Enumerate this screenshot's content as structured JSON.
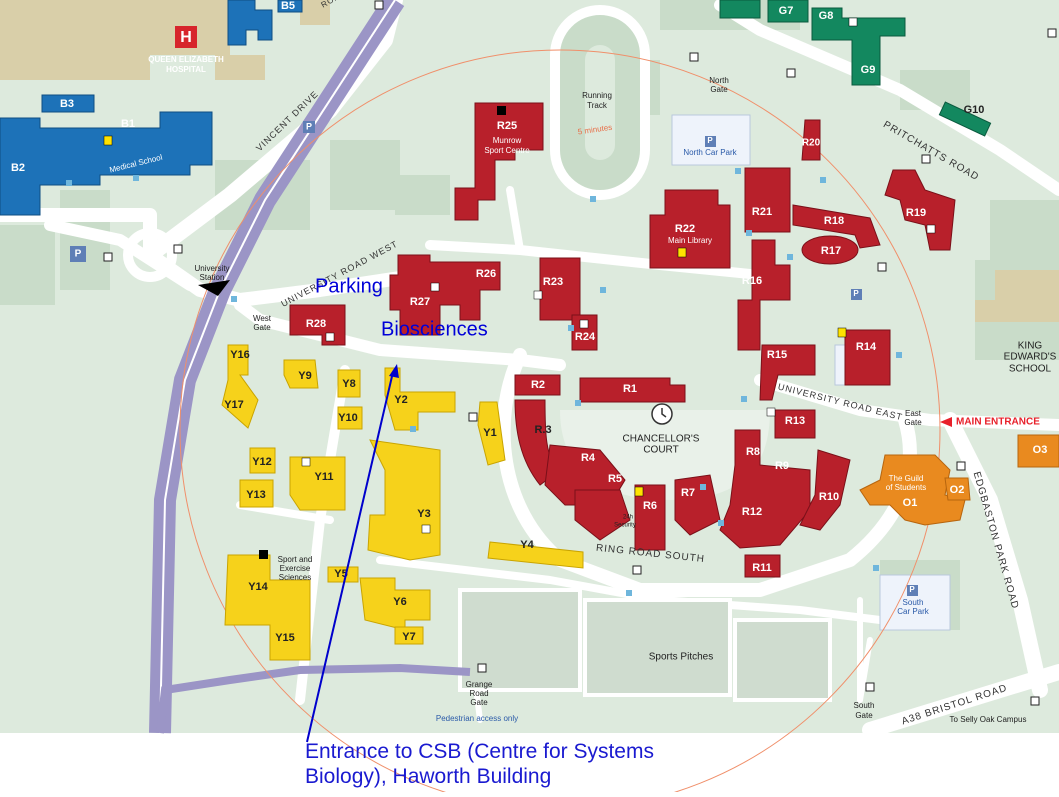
{
  "colors": {
    "background": "#ddeadd",
    "road": "#ffffff",
    "railway": "#9b95c6",
    "red_zone": "#b8202b",
    "blue_zone": "#1d72b8",
    "yellow_zone": "#f6d21b",
    "green_zone": "#13885f",
    "orange_zone": "#e98a1f",
    "pitch": "#cfdccf",
    "annotation": "#0000cc",
    "walk_circle": "#f08f6a",
    "main_entrance": "#e8202a"
  },
  "icons": [
    "hospital-icon",
    "parking-icon",
    "info-icon",
    "bus-stop-icon",
    "clock-tower-icon",
    "cafe-icon",
    "first-aid-icon"
  ],
  "hospital": {
    "name_line1": "QUEEN ELIZABETH",
    "name_line2": "HOSPITAL",
    "symbol": "H"
  },
  "blue_buildings": {
    "b1": "B1",
    "b2": "B2",
    "b3": "B3",
    "b5": "B5",
    "medical_school": "Medical School"
  },
  "green_buildings": {
    "g7": "G7",
    "g8": "G8",
    "g9": "G9",
    "g10": "G10"
  },
  "red_buildings": {
    "r1": "R1",
    "r2": "R2",
    "r3": "R.3",
    "r4": "R4",
    "r5": "R5",
    "r6": "R6",
    "r7": "R7",
    "r8": "R8",
    "r9": "R9",
    "r10": "R10",
    "r11": "R11",
    "r12": "R12",
    "r13": "R13",
    "r14": "R14",
    "r15": "R15",
    "r16": "R16",
    "r17": "R17",
    "r18": "R18",
    "r19": "R19",
    "r20": "R20",
    "r21": "R21",
    "r22": "R22",
    "r23": "R23",
    "r24": "R24",
    "r25": "R25",
    "r26": "R26",
    "r27": "R27",
    "r28": "R28",
    "munrow_line1": "Munrow",
    "munrow_line2": "Sport Centre",
    "main_library": "Main Library",
    "security_line1": "24h",
    "security_line2": "Security"
  },
  "yellow_buildings": {
    "y1": "Y1",
    "y2": "Y2",
    "y3": "Y3",
    "y4": "Y4",
    "y5": "Y5",
    "y6": "Y6",
    "y7": "Y7",
    "y8": "Y8",
    "y9": "Y9",
    "y10": "Y10",
    "y11": "Y11",
    "y12": "Y12",
    "y13": "Y13",
    "y14": "Y14",
    "y15": "Y15",
    "y16": "Y16",
    "y17": "Y17",
    "sport_line1": "Sport and",
    "sport_line2": "Exercise",
    "sport_line3": "Sciences"
  },
  "orange_buildings": {
    "o1": "O1",
    "o2": "O2",
    "o3": "O3",
    "guild_line1": "The Guild",
    "guild_line2": "of Students"
  },
  "roads": {
    "vincent_drive": "VINCENT DRIVE",
    "university_road_west": "UNIVERSITY ROAD WEST",
    "university_road_east": "UNIVERSITY ROAD EAST",
    "pritchatts_road": "PRITCHATTS ROAD",
    "ring_road_south": "RING ROAD SOUTH",
    "edgbaston_park_road": "EDGBASTON PARK ROAD",
    "bristol_road": "A38 BRISTOL ROAD",
    "road_top": "ROAD"
  },
  "places": {
    "running_track_line1": "Running",
    "running_track_line2": "Track",
    "five_minutes": "5 minutes",
    "north_gate_line1": "North",
    "north_gate_line2": "Gate",
    "north_car_park": "North Car Park",
    "university_station_line1": "University",
    "university_station_line2": "Station",
    "west_gate_line1": "West",
    "west_gate_line2": "Gate",
    "chancellors_court_line1": "CHANCELLOR'S",
    "chancellors_court_line2": "COURT",
    "east_gate_line1": "East",
    "east_gate_line2": "Gate",
    "main_entrance": "MAIN ENTRANCE",
    "king_edwards_line1": "KING",
    "king_edwards_line2": "EDWARD'S",
    "king_edwards_line3": "SCHOOL",
    "south_car_park_line1": "South",
    "south_car_park_line2": "Car Park",
    "sports_pitches": "Sports Pitches",
    "grange_road_gate_line1": "Grange",
    "grange_road_gate_line2": "Road",
    "grange_road_gate_line3": "Gate",
    "pedestrian_access": "Pedestrian access only",
    "south_gate_line1": "South",
    "south_gate_line2": "Gate",
    "selly_oak": "To Selly Oak Campus"
  },
  "annotations": {
    "parking": "Parking",
    "biosciences": "Biosciences",
    "caption_line1": "Entrance to CSB (Centre for Systems",
    "caption_line2": "Biology), Haworth Building"
  }
}
